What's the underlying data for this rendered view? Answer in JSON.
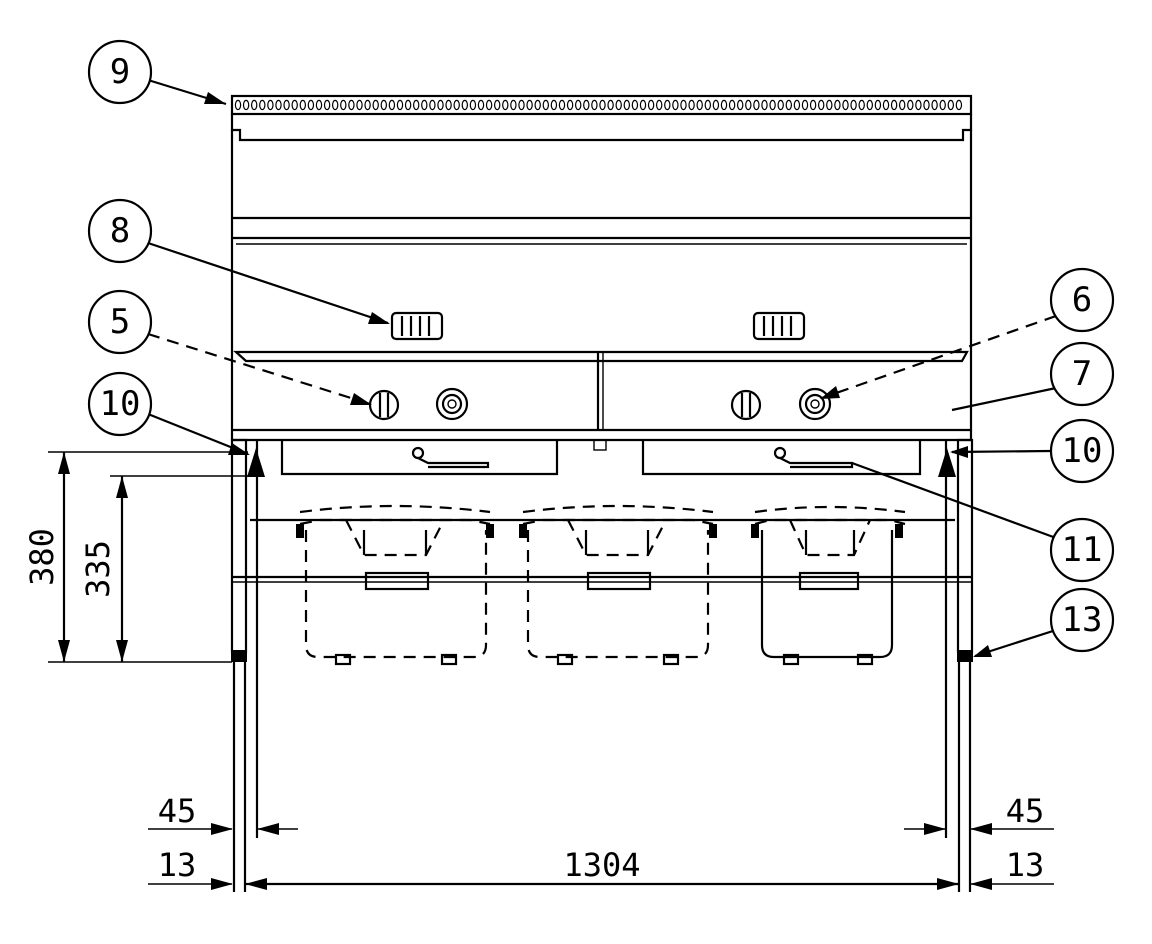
{
  "callouts": {
    "c9": "9",
    "c8": "8",
    "c5": "5",
    "c10_left": "10",
    "c6": "6",
    "c7": "7",
    "c10_right": "10",
    "c11": "11",
    "c13": "13"
  },
  "dimensions": {
    "height_total": "380",
    "height_shelf": "335",
    "left_offset_top": "45",
    "left_offset_bottom": "13",
    "width": "1304",
    "right_offset_top": "45",
    "right_offset_bottom": "13"
  },
  "colors": {
    "line": "#000000",
    "background": "#ffffff"
  }
}
